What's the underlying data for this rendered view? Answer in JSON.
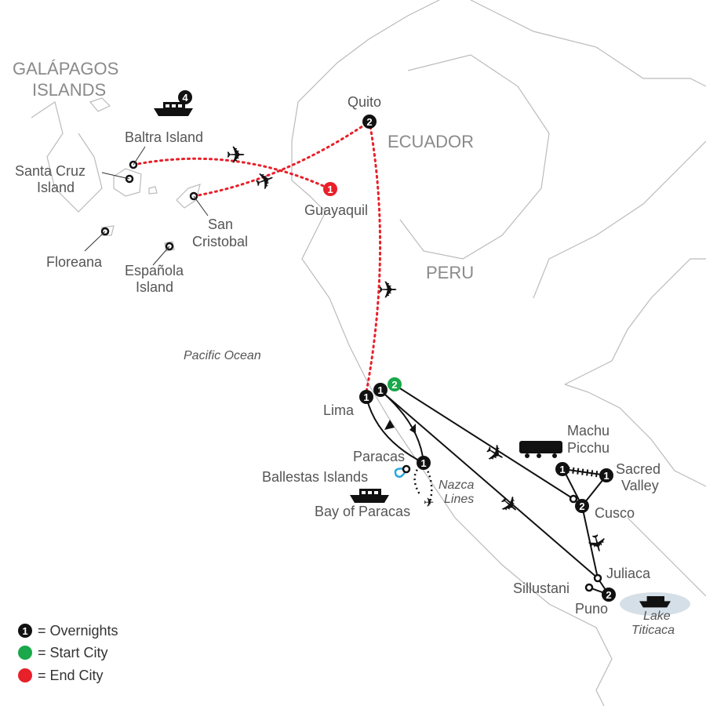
{
  "regions": {
    "galapagos_line1": "GALÁPAGOS",
    "galapagos_line2": "ISLANDS",
    "ecuador": "ECUADOR",
    "peru": "PERU",
    "ocean": "Pacific Ocean",
    "lake_line1": "Lake",
    "lake_line2": "Titicaca"
  },
  "places": {
    "baltra": "Baltra Island",
    "santa_cruz_1": "Santa Cruz",
    "santa_cruz_2": "Island",
    "san_cristobal_1": "San",
    "san_cristobal_2": "Cristobal",
    "floreana": "Floreana",
    "espanola_1": "Española",
    "espanola_2": "Island",
    "quito": "Quito",
    "guayaquil": "Guayaquil",
    "lima": "Lima",
    "paracas": "Paracas",
    "ballestas": "Ballestas Islands",
    "bay_paracas": "Bay of Paracas",
    "nazca_1": "Nazca",
    "nazca_2": "Lines",
    "machu_1": "Machu",
    "machu_2": "Picchu",
    "sacred_1": "Sacred",
    "sacred_2": "Valley",
    "cusco": "Cusco",
    "juliaca": "Juliaca",
    "sillustani": "Sillustani",
    "puno": "Puno"
  },
  "overnights": {
    "galapagos": "4",
    "quito": "2",
    "guayaquil": "1",
    "lima_a": "1",
    "lima_b": "1",
    "lima_start": "2",
    "paracas": "1",
    "machu_picchu": "1",
    "sacred_valley": "1",
    "cusco": "2",
    "puno": "2"
  },
  "legend": {
    "overnights": "= Overnights",
    "start": "= Start City",
    "end": "= End City",
    "marker": "1"
  },
  "colors": {
    "start": "#1aa84a",
    "end": "#e8202a",
    "overnight": "#111111",
    "route_flight": "#e8202a",
    "lake": "#d5dfe7"
  }
}
